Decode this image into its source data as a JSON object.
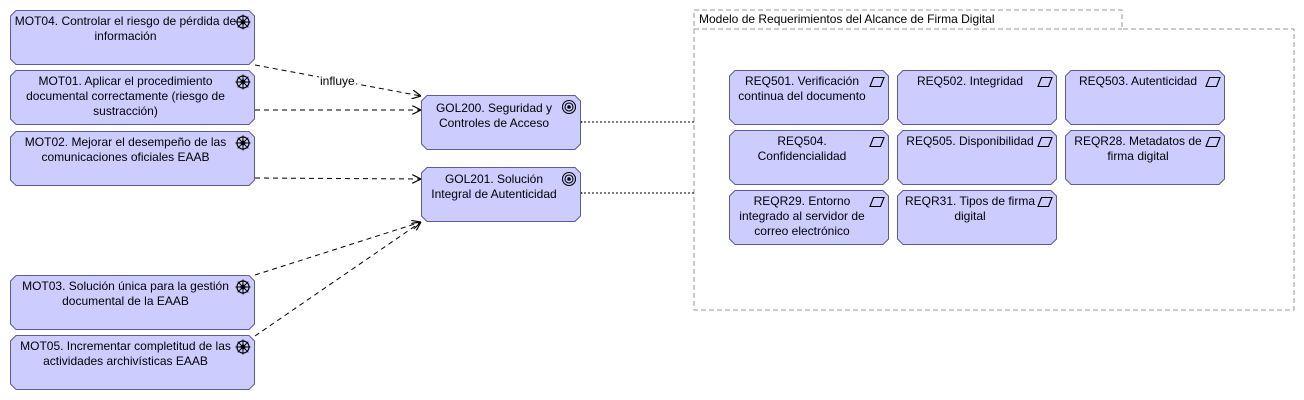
{
  "group": {
    "title": "Modelo de Requerimientos del Alcance de Firma Digital"
  },
  "motivations": {
    "mot04": "MOT04. Controlar el riesgo de pérdida de información",
    "mot01": "MOT01. Aplicar el procedimiento documental correctamente (riesgo de sustracción)",
    "mot02": "MOT02. Mejorar el desempeño de las comunicaciones oficiales EAAB",
    "mot03": "MOT03. Solución única para la gestión documental de la EAAB",
    "mot05": "MOT05. Incrementar completitud de las actividades archivísticas EAAB"
  },
  "goals": {
    "gol200": "GOL200. Seguridad y Controles de Acceso",
    "gol201": "GOL201. Solución Integral de Autenticidad"
  },
  "requirements": {
    "req501": "REQ501. Verificación continua del documento",
    "req502": "REQ502. Integridad",
    "req503": "REQ503. Autenticidad",
    "req504": "REQ504. Confidencialidad",
    "req505": "REQ505. Disponibilidad",
    "reqr28": "REQR28. Metadatos de firma digital",
    "reqr29": "REQR29. Entorno integrado al servidor de correo electrónico",
    "reqr31": "REQR31. Tipos de firma digital"
  },
  "edges": {
    "influence_label": "influye"
  },
  "colors": {
    "node_fill": "#ccccff",
    "node_border": "#5c5c99",
    "line": "#000000",
    "group_border": "#999999"
  },
  "icons": {
    "motivation": "driver-icon",
    "goal": "goal-icon",
    "requirement": "requirement-icon"
  }
}
